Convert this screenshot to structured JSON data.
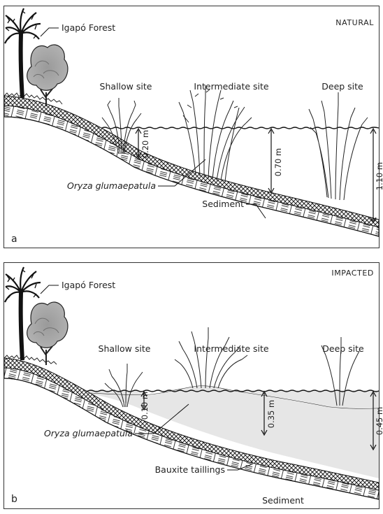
{
  "panels": [
    {
      "id": "a",
      "letter": "a",
      "condition": "NATURAL",
      "forest_label": "Igapó Forest",
      "sites": [
        {
          "name": "Shallow site",
          "depth": "0.20 m"
        },
        {
          "name": "Intermediate site",
          "depth": "0.70 m"
        },
        {
          "name": "Deep site",
          "depth": "1.10 m"
        }
      ],
      "species_label": "Oryza glumaepatula",
      "sediment_label": "Sediment"
    },
    {
      "id": "b",
      "letter": "b",
      "condition": "IMPACTED",
      "forest_label": "Igapó Forest",
      "sites": [
        {
          "name": "Shallow site",
          "depth": "0.10 m"
        },
        {
          "name": "Intermediate site",
          "depth": "0.35 m"
        },
        {
          "name": "Deep site",
          "depth": "0.45 m"
        }
      ],
      "species_label": "Oryza glumaepatula",
      "tailings_label": "Bauxite taillings",
      "sediment_label": "Sediment"
    }
  ],
  "colors": {
    "outline": "#1a1a1a",
    "tree_canopy": "#9a9a9a",
    "tailings_fill": "#e6e6e6",
    "soil_band": "#ffffff"
  }
}
